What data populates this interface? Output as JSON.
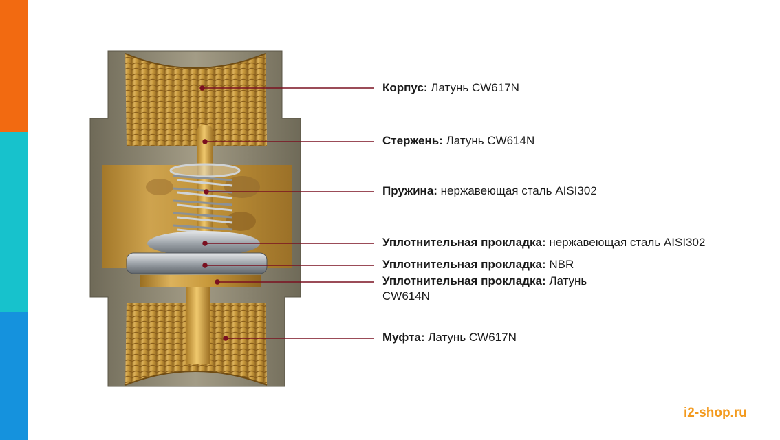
{
  "callouts": [
    {
      "term": "Корпус:",
      "value": "Латунь CW617N"
    },
    {
      "term": "Стержень:",
      "value": "Латунь CW614N"
    },
    {
      "term": "Пружина:",
      "value": "нержавеющая сталь AISI302"
    },
    {
      "term": "Уплотнительная прокладка:",
      "value": "нержавеющая сталь AISI302"
    },
    {
      "term": "Уплотнительная прокладка:",
      "value": "NBR"
    },
    {
      "term": "Уплотнительная прокладка:",
      "value": "Латунь CW614N"
    },
    {
      "term": "Муфта:",
      "value": "Латунь CW617N"
    }
  ],
  "brand": "i2-shop.ru",
  "colors": {
    "orange": "#f26a11",
    "teal": "#17c2cc",
    "blue": "#1592dd",
    "leader_line": "#7a1020",
    "brass": "#c99a3c",
    "body_shell": "#8d8672",
    "brand_text": "#f39a1e"
  }
}
